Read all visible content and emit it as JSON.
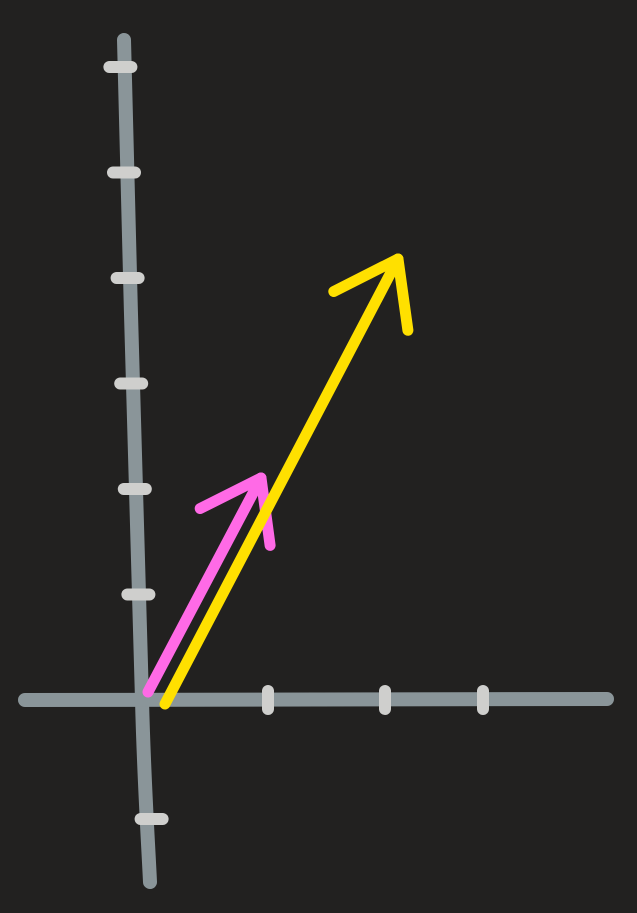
{
  "colors": {
    "background": "#222120",
    "axis": "#8a9599",
    "tick": "#cfcfcd",
    "vector_a": "#ff6ae6",
    "vector_b": "#ffe000"
  },
  "diagram": {
    "type": "vector-sketch",
    "x_axis_ticks": [
      1,
      2,
      3
    ],
    "y_axis_ticks": [
      -1,
      1,
      2,
      3,
      4,
      5,
      6
    ],
    "vectors": [
      {
        "id": "vector-a",
        "color": "#ff6ae6",
        "from": [
          0,
          0
        ],
        "to": [
          1,
          2
        ]
      },
      {
        "id": "vector-b",
        "color": "#ffe000",
        "from": [
          0,
          0
        ],
        "to": [
          2,
          4
        ]
      }
    ]
  }
}
